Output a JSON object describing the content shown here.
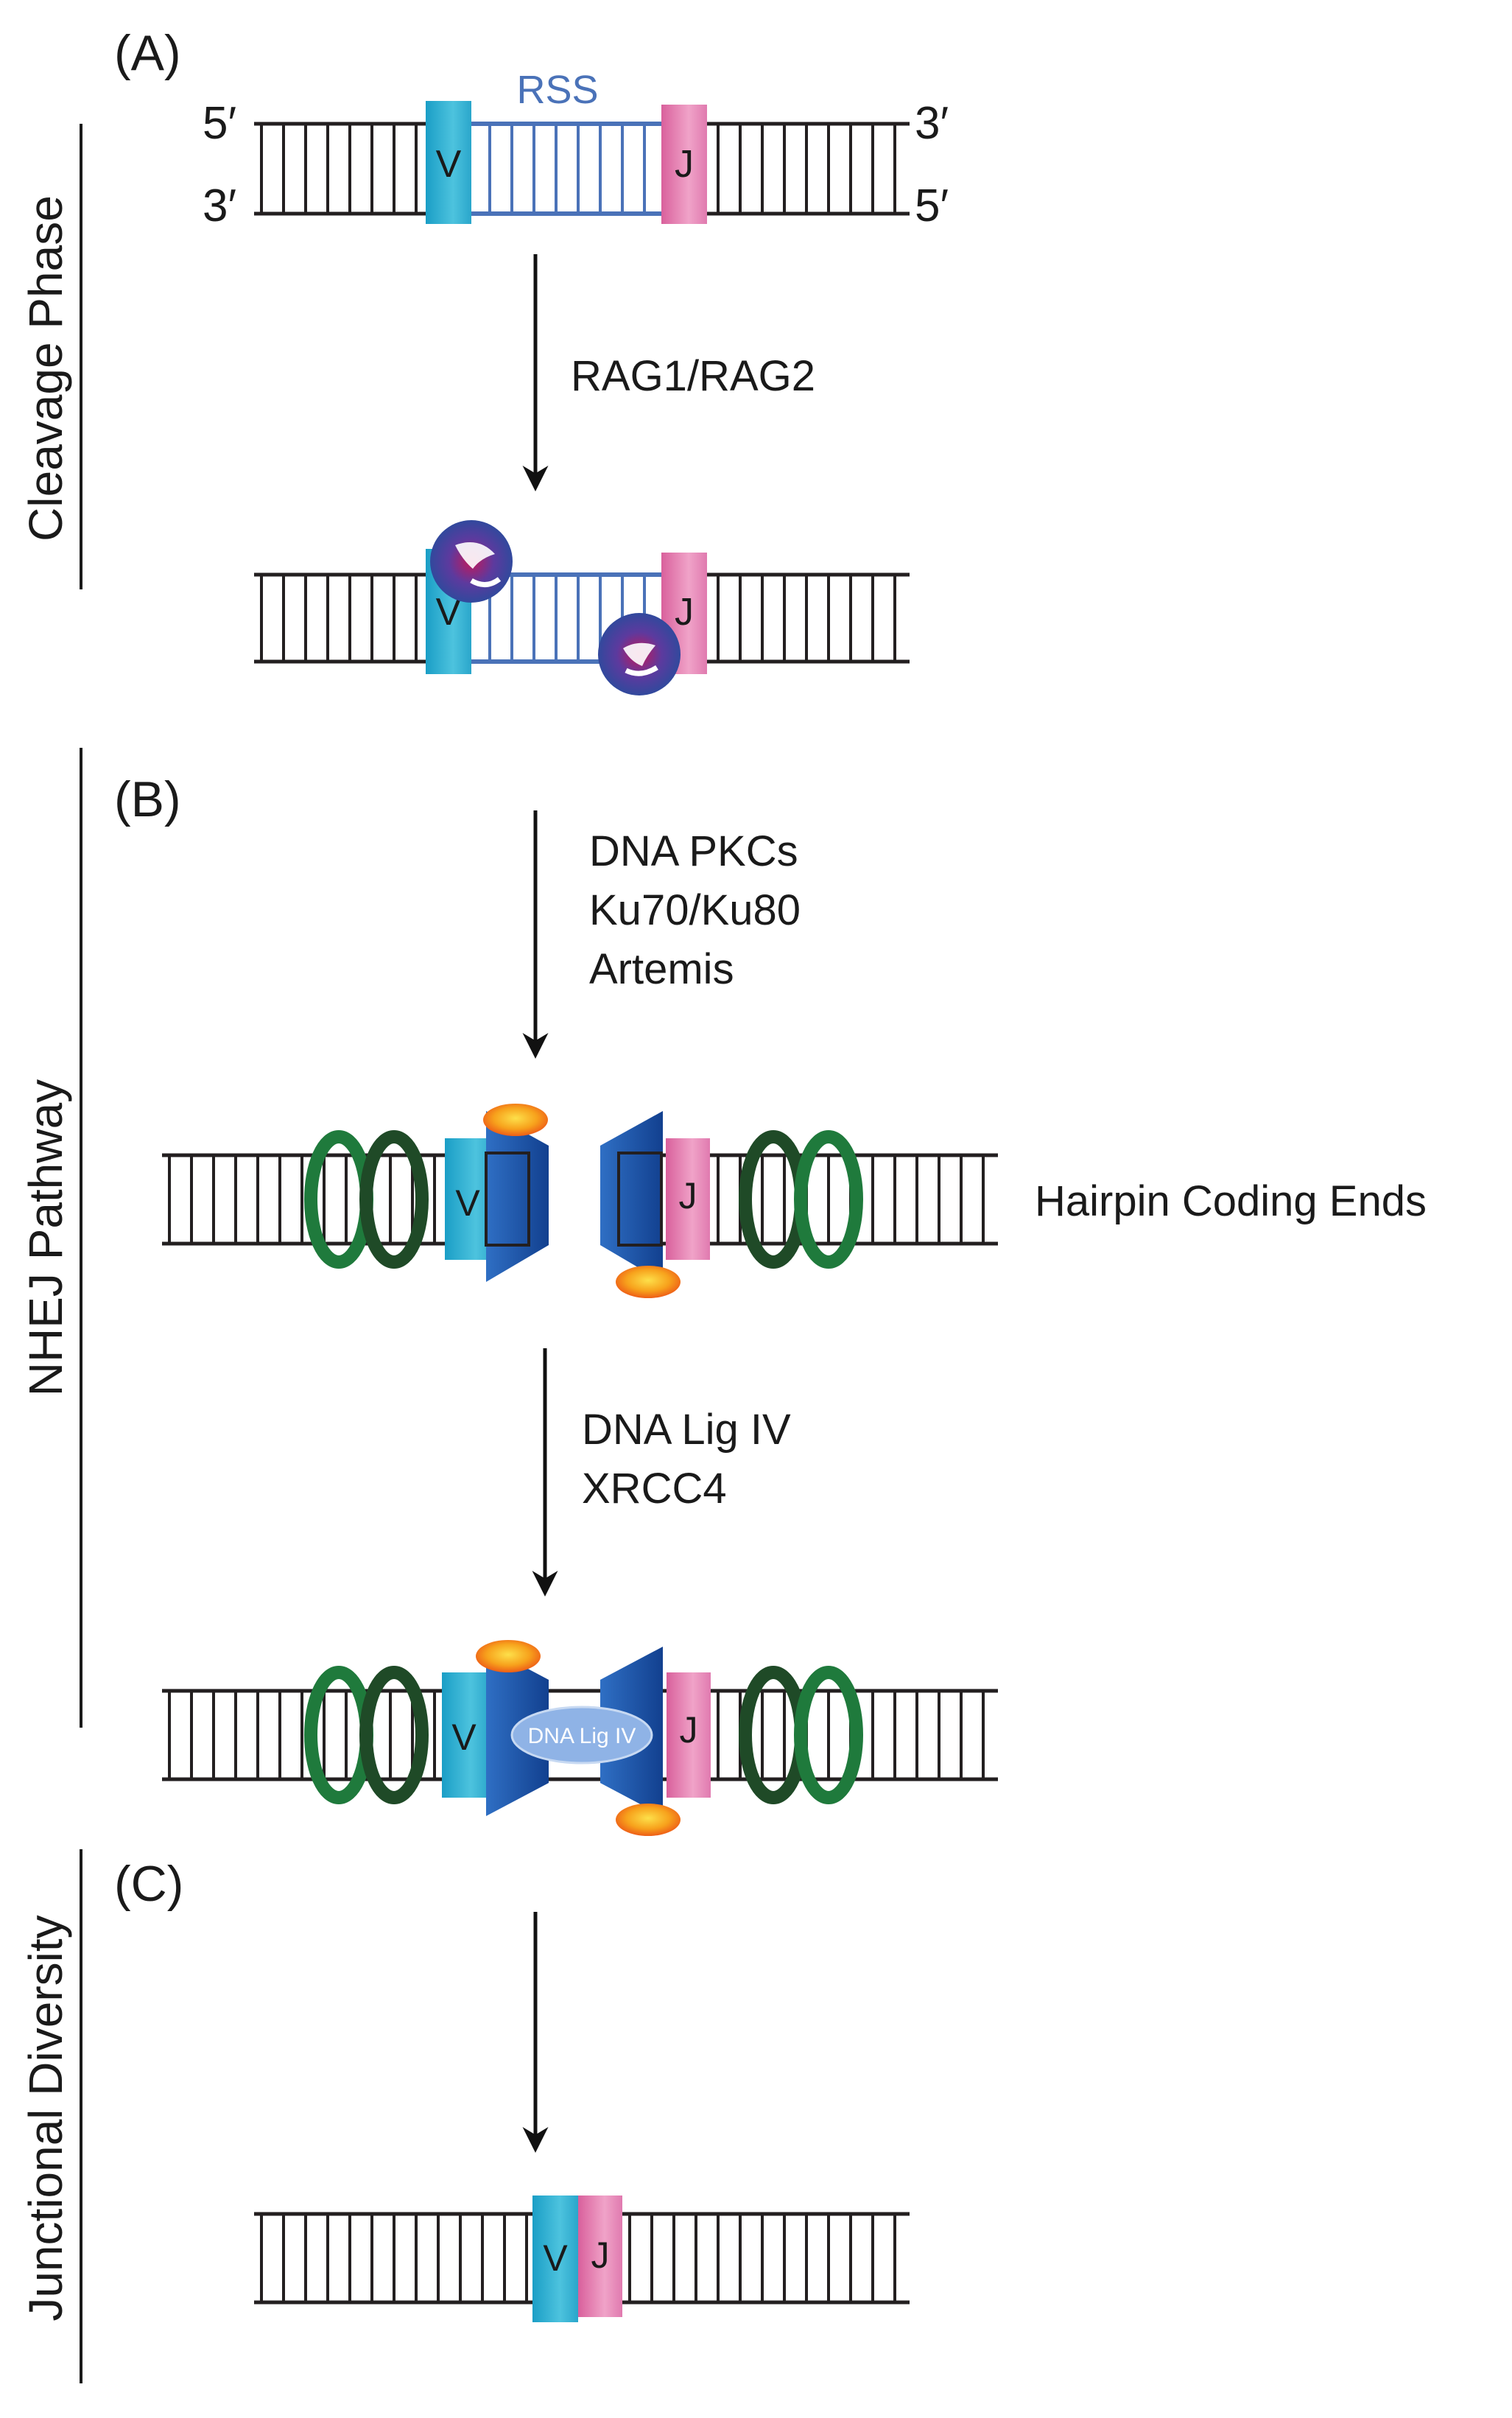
{
  "panels": {
    "a": {
      "label": "(A)",
      "phase": "Cleavage Phase",
      "top_left": "5′",
      "bottom_left": "3′",
      "top_right": "3′",
      "bottom_right": "5′",
      "rss": "RSS",
      "v": "V",
      "j": "J",
      "enzyme": "RAG1/RAG2",
      "v2": "V",
      "j2": "J"
    },
    "b": {
      "label": "(B)",
      "phase": "NHEJ Pathway",
      "factors": [
        "DNA PKCs",
        "Ku70/Ku80",
        "Artemis"
      ],
      "v": "V",
      "j": "J",
      "hairpin": "Hairpin Coding Ends",
      "ligation": [
        "DNA Lig IV",
        "XRCC4"
      ],
      "v2": "V",
      "j2": "J",
      "lig_center": "DNA Lig IV"
    },
    "c": {
      "label": "(C)",
      "phase": "Junctional Diversity",
      "v": "V",
      "j": "J"
    }
  },
  "colors": {
    "dna": "#231f20",
    "rss": "#4a72b8",
    "v_segment": "#29a9cc",
    "j_segment": "#e27aae",
    "ku": "#1f7a3c",
    "ku_dark": "#1f4a27",
    "dnapk": "#1d4fa0",
    "artemis": "#f39a1e"
  },
  "icons": {
    "rag": "rag-complex-icon",
    "ku": "ku-ring-icon",
    "dnapk": "dna-pkcs-icon",
    "artemis": "artemis-icon"
  }
}
